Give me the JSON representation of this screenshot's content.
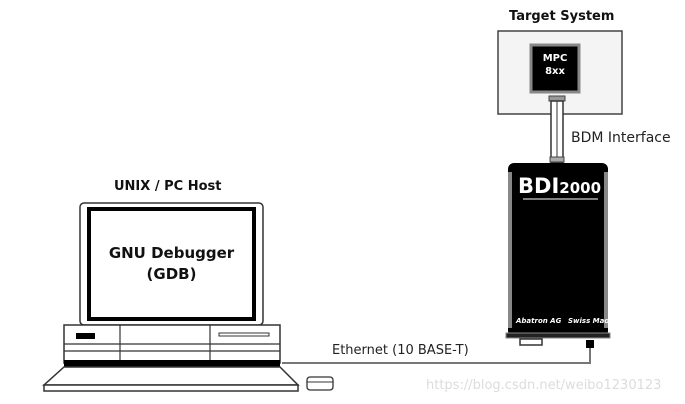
{
  "target": {
    "title": "Target System",
    "chip_line1": "MPC",
    "chip_line2": "8xx"
  },
  "interface_label": "BDM Interface",
  "bdi": {
    "brand": "BDI",
    "model": "2000",
    "footer_left": "Abatron AG",
    "footer_right": "Swiss Made"
  },
  "host": {
    "title": "UNIX / PC Host",
    "screen_line1": "GNU Debugger",
    "screen_line2": "(GDB)"
  },
  "ethernet_label": "Ethernet (10 BASE-T)",
  "watermark": "https://blog.csdn.net/weibo1230123"
}
